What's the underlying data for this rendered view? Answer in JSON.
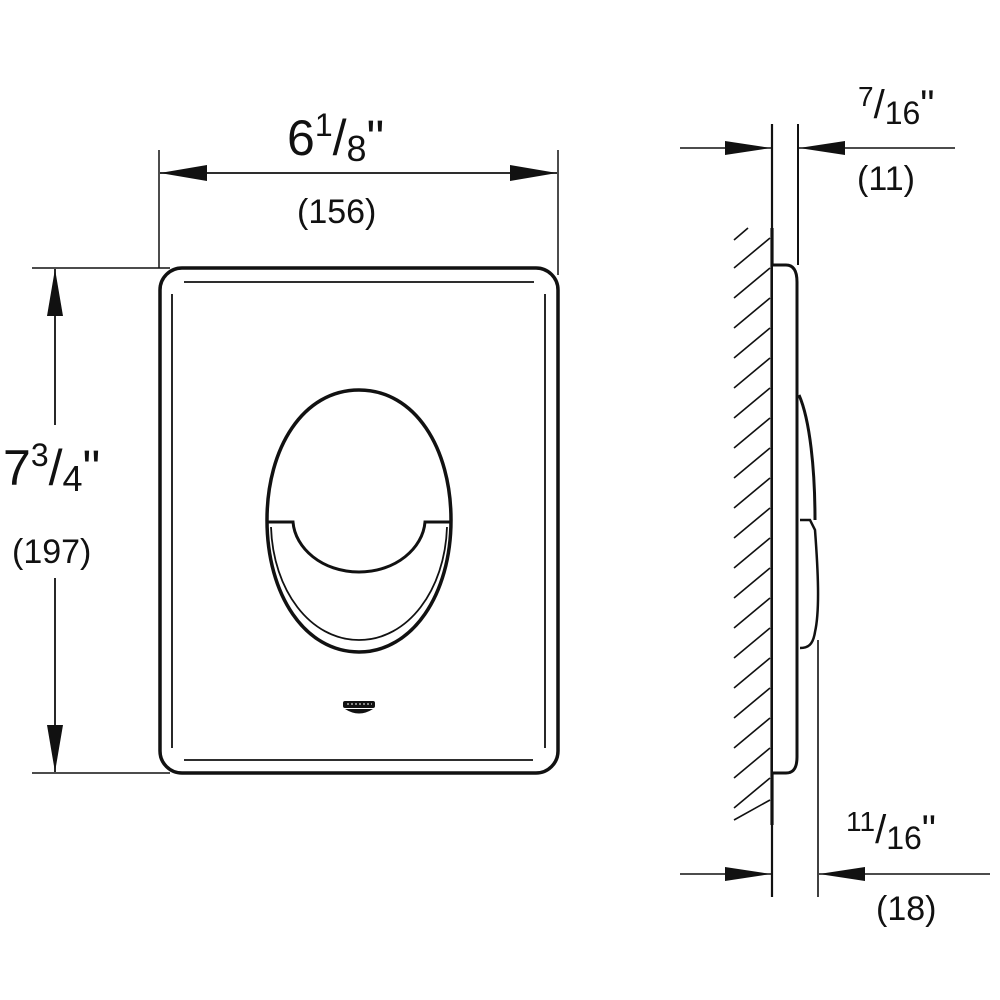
{
  "drawing": {
    "title": "Flush plate dimension drawing",
    "line_color": "#111111",
    "background": "#ffffff"
  },
  "front_view": {
    "width": {
      "whole": "6",
      "numerator": "1",
      "slash": "/",
      "denominator": "8",
      "unit": "\"",
      "metric": "(156)"
    },
    "height": {
      "whole": "7",
      "numerator": "3",
      "slash": "/",
      "denominator": "4",
      "unit": "\"",
      "metric": "(197)"
    },
    "logo_icon": "brand-logo-icon"
  },
  "side_view": {
    "plate_thickness": {
      "numerator": "7",
      "slash": "/",
      "denominator": "16",
      "unit": "\"",
      "metric": "(11)"
    },
    "total_depth": {
      "numerator": "11",
      "slash": "/",
      "denominator": "16",
      "unit": "\"",
      "metric": "(18)"
    },
    "wall_icon": "wall-hatch-icon"
  }
}
